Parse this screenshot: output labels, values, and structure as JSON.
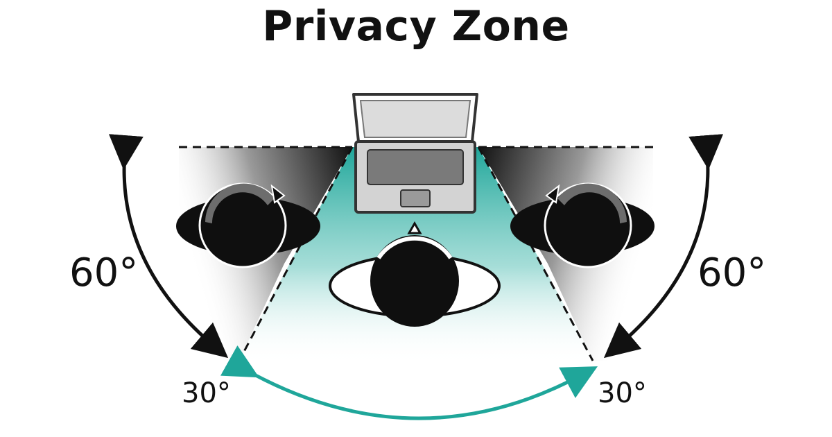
{
  "title": "Privacy Zone",
  "labels": {
    "left_outer_angle": "60°",
    "right_outer_angle": "60°",
    "left_inner_angle": "30°",
    "right_inner_angle": "30°"
  },
  "colors": {
    "privacy_zone": "#1fa69a",
    "outside_shade": "#1a1a1a",
    "arrow_black": "#111111",
    "arrow_teal": "#1fa69a",
    "laptop_fill": "#d3d3d3",
    "laptop_screen": "#7a7a7a",
    "head_fill": "#0f0f0f"
  }
}
